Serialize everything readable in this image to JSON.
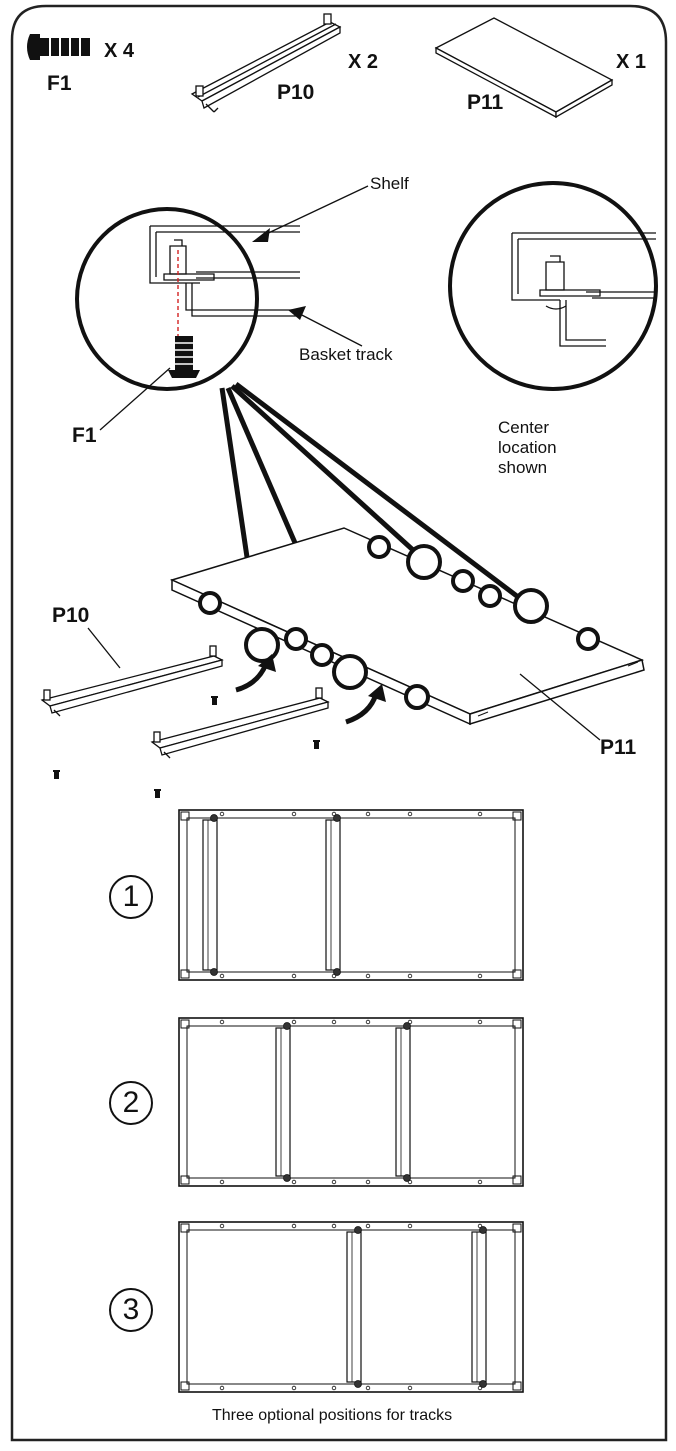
{
  "parts": {
    "f1": {
      "label": "F1",
      "qty": "X 4"
    },
    "p10": {
      "label": "P10",
      "qty": "X 2"
    },
    "p11": {
      "label": "P11",
      "qty": "X 1"
    }
  },
  "detail": {
    "shelf_label": "Shelf",
    "basket_track_label": "Basket track",
    "f1_label": "F1",
    "center_note": [
      "Center",
      "location",
      "shown"
    ]
  },
  "assembly": {
    "p10_label": "P10",
    "p11_label": "P11"
  },
  "positions": [
    {
      "number": "1"
    },
    {
      "number": "2"
    },
    {
      "number": "3"
    }
  ],
  "caption": "Three optional positions for tracks",
  "colors": {
    "line": "#111111",
    "dash": "#d22222"
  }
}
